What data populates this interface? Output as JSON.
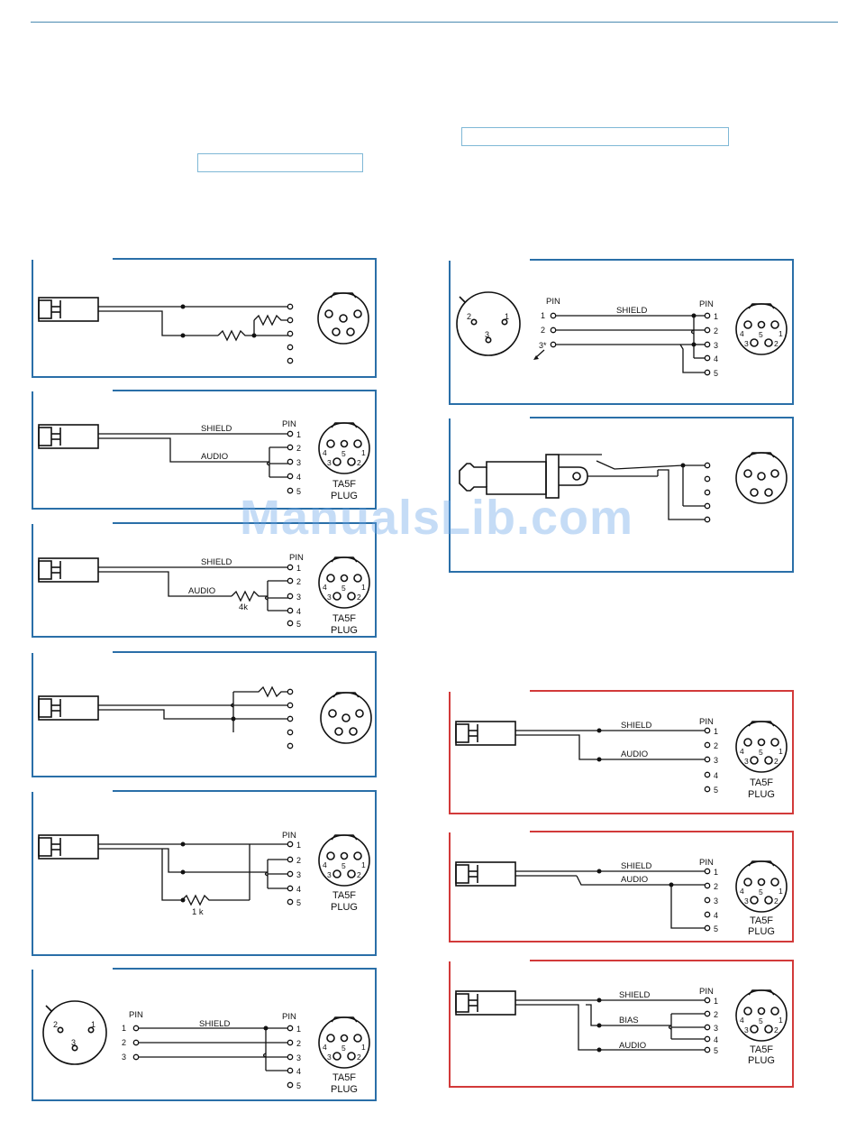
{
  "labels": {
    "shield": "SHIELD",
    "audio": "AUDIO",
    "bias": "BIAS",
    "pin": "PIN",
    "plug_line1": "TA5F",
    "plug_line2": "PLUG",
    "r4k": "4k",
    "r1k": "1 k",
    "pin3star": "3*"
  },
  "pins": [
    "1",
    "2",
    "3",
    "4",
    "5"
  ],
  "xlr_pins": [
    "1",
    "2",
    "3"
  ],
  "watermark": "ManualsLib.com",
  "colors": {
    "blue_frame": "#2a6fa8",
    "red_frame": "#d23a3a",
    "field_border": "#7fb8d6"
  }
}
